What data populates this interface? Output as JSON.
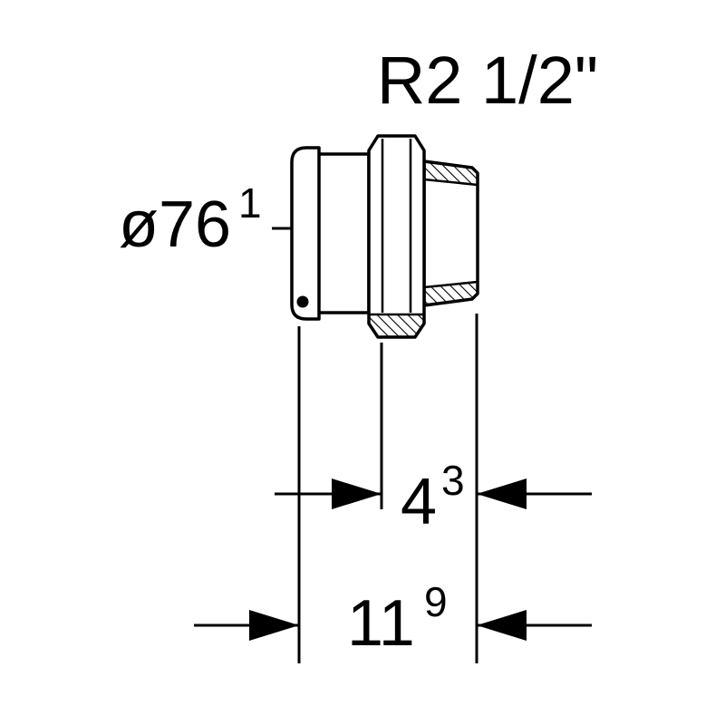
{
  "labels": {
    "thread_size": "R2 1/2\"",
    "diameter": {
      "value": "ø76",
      "sup": "1"
    },
    "thread_length": {
      "value": "4",
      "sup": "3"
    },
    "overall_length": {
      "value": "11",
      "sup": "9"
    }
  },
  "colors": {
    "line": "#000000",
    "background": "#ffffff"
  }
}
